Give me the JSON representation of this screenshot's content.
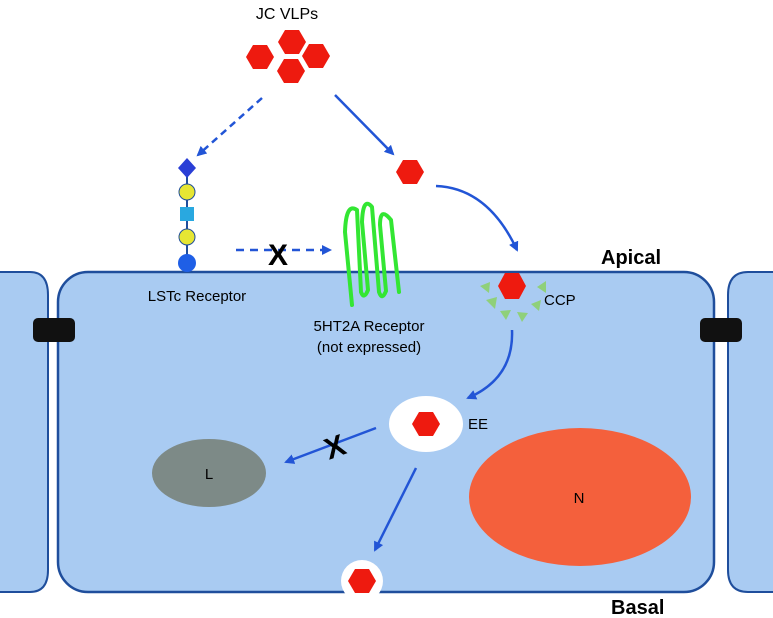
{
  "labels": {
    "jc_vlps": "JC VLPs",
    "apical": "Apical",
    "basal": "Basal",
    "lstc_receptor": "LSTc Receptor",
    "ht2a_line1": "5HT2A Receptor",
    "ht2a_line2": "(not expressed)",
    "ccp": "CCP",
    "ee": "EE",
    "lysosome": "L",
    "nucleus": "N",
    "block_mark": "X"
  },
  "colors": {
    "cell_fill": "#a9cbf2",
    "cell_stroke": "#1f4e9c",
    "arrow": "#2255d6",
    "vlp_red": "#ee1a0f",
    "receptor_green": "#33e633",
    "clathrin_green": "#8fd07a",
    "lysosome": "#7d8a87",
    "nucleus": "#f4603c",
    "glycan_blue_diamond": "#2a3fd6",
    "glycan_yellow": "#e6e633",
    "glycan_cyan": "#29a8e0",
    "glycan_blue_circle": "#1f5fe6",
    "junction": "#111111"
  }
}
